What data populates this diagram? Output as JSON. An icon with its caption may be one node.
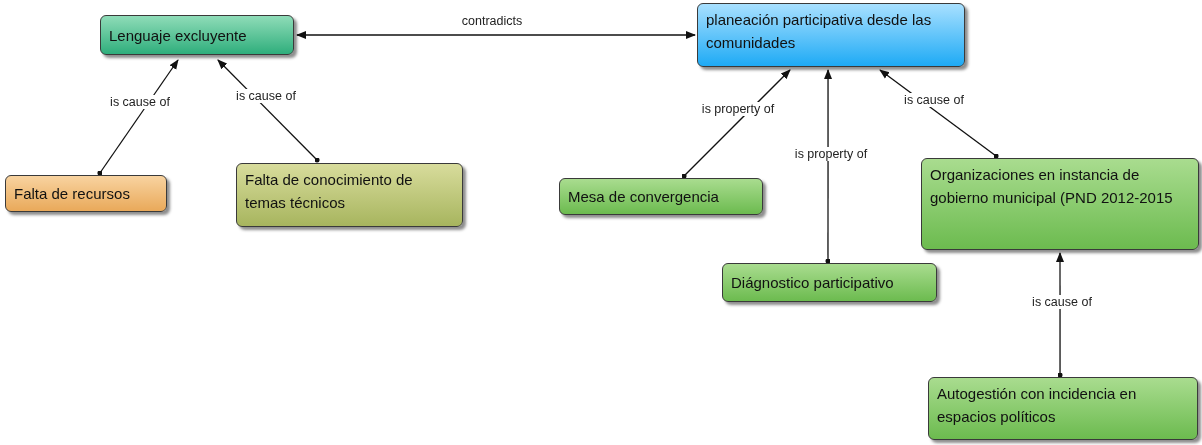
{
  "diagram": {
    "nodes": [
      {
        "text": [
          "Lenguaje excluyente"
        ]
      },
      {
        "text": [
          "planeación participativa desde las comunidades"
        ]
      },
      {
        "text": [
          "Falta de recursos"
        ]
      },
      {
        "text": [
          "Falta de conocimiento de temas técnicos"
        ]
      },
      {
        "text": [
          "Mesa de convergencia"
        ]
      },
      {
        "text": [
          "Organizaciones en instancia de gobierno municipal (PND 2012-2015"
        ]
      },
      {
        "text": [
          "Diágnostico participativo"
        ]
      },
      {
        "text": [
          "Autogestión con incidencia en espacios políticos"
        ]
      }
    ],
    "edges": [
      {
        "from": 1,
        "to": 0,
        "arrow": "both",
        "label": "contradicts"
      },
      {
        "from": 2,
        "to": 0,
        "arrow": "to",
        "label": "is cause of"
      },
      {
        "from": 3,
        "to": 0,
        "arrow": "to",
        "label": "is cause of"
      },
      {
        "from": 4,
        "to": 1,
        "arrow": "to",
        "label": "is property of"
      },
      {
        "from": 6,
        "to": 1,
        "arrow": "to",
        "label": "is property of"
      },
      {
        "from": 5,
        "to": 1,
        "arrow": "to",
        "label": "is cause of"
      },
      {
        "from": 7,
        "to": 5,
        "arrow": "to",
        "label": "is cause of"
      }
    ]
  }
}
